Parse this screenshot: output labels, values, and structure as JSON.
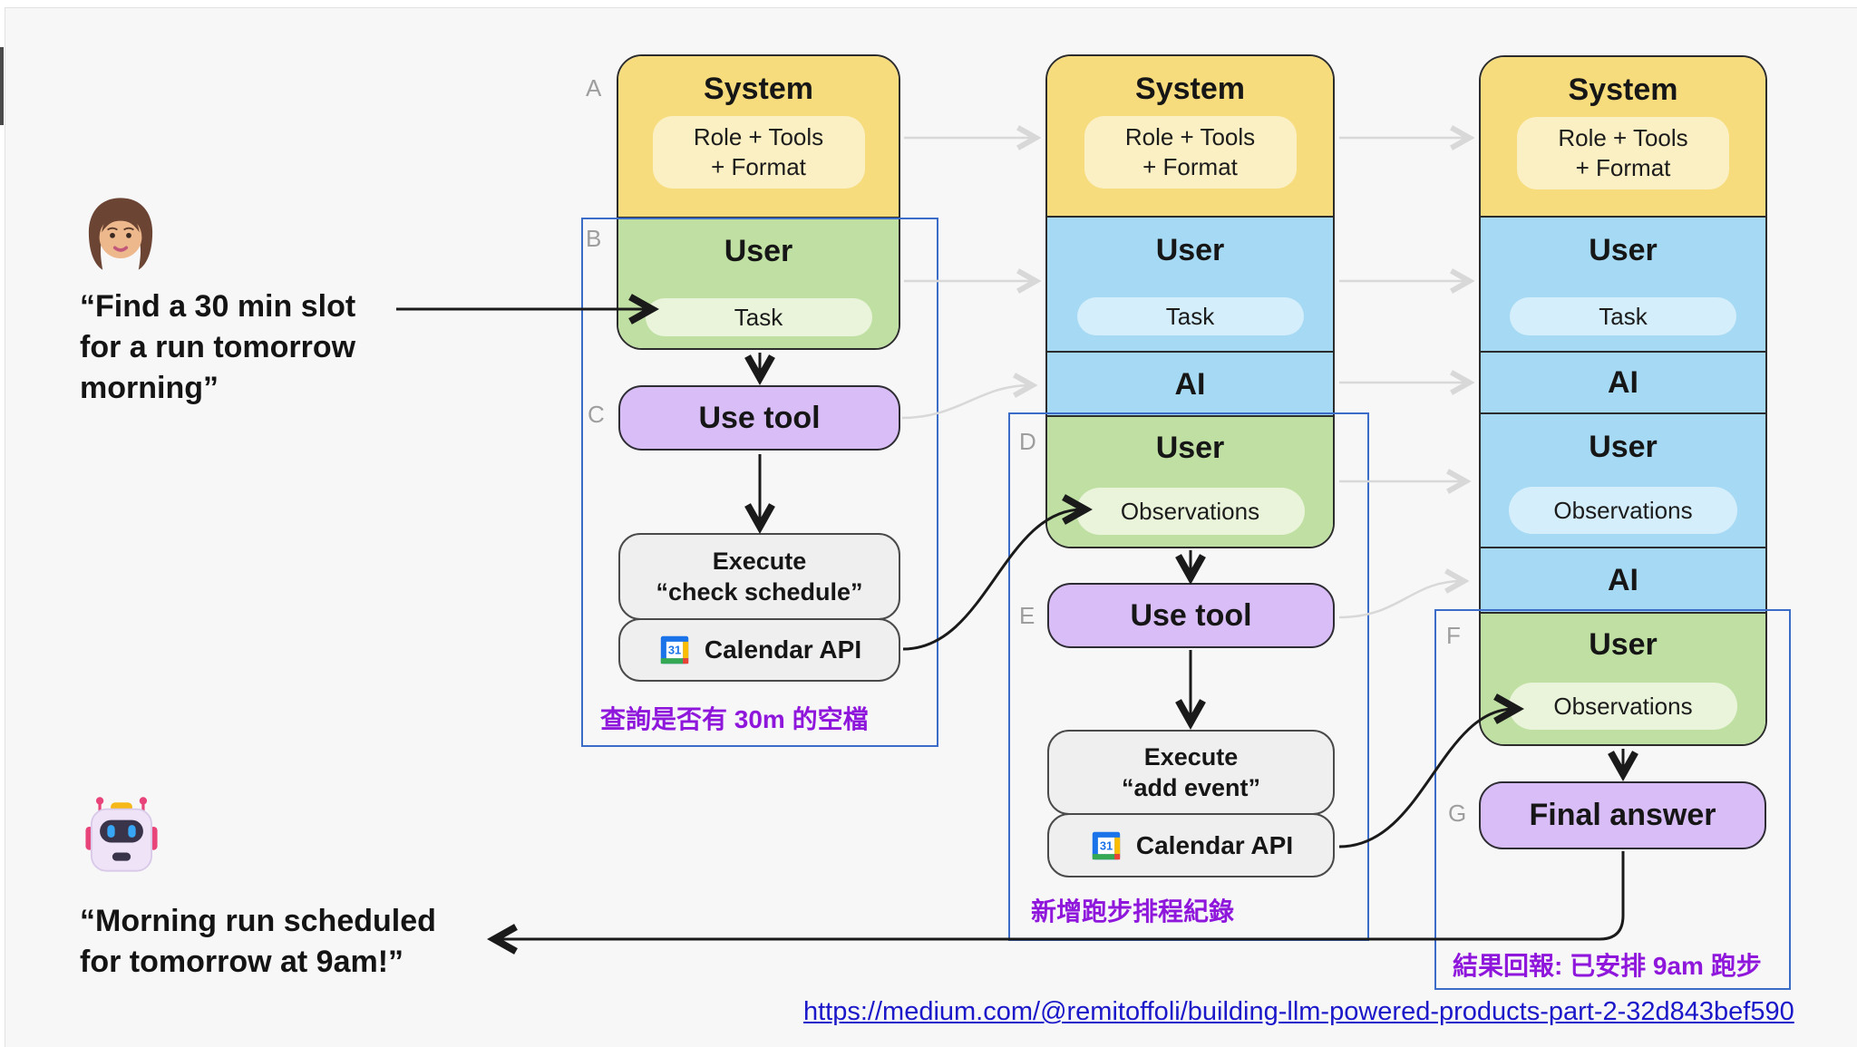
{
  "labels": {
    "a": "A",
    "b": "B",
    "c": "C",
    "d": "D",
    "e": "E",
    "f": "F",
    "g": "G"
  },
  "quotes": {
    "user_line1": "“Find a 30 min slot",
    "user_line2": "for a run tomorrow",
    "user_line3": "morning”",
    "robot_line1": "“Morning run scheduled",
    "robot_line2": "for tomorrow at 9am!”"
  },
  "boxes": {
    "system_title": "System",
    "system_sub_line1": "Role + Tools",
    "system_sub_line2": "+ Format",
    "user_title": "User",
    "task_label": "Task",
    "ai_title": "AI",
    "observations_label": "Observations",
    "use_tool_label": "Use tool",
    "final_answer_label": "Final answer",
    "execute1_line1": "Execute",
    "execute1_line2": "“check schedule”",
    "execute2_line1": "Execute",
    "execute2_line2": "“add event”",
    "calendar_api_label": "Calendar API",
    "calendar_icon_day": "31"
  },
  "annotations": {
    "step1": "查詢是否有 30m 的空檔",
    "step2": "新增跑步排程紀錄",
    "step3": "結果回報: 已安排 9am 跑步"
  },
  "link": {
    "url_text": "https://medium.com/@remitoffoli/building-llm-powered-products-part-2-32d843bef590"
  },
  "icons": {
    "woman": "woman-emoji",
    "robot": "robot-emoji",
    "calendar": "google-calendar-icon"
  },
  "colors": {
    "system_yellow": "#f6dc7d",
    "system_inner": "#fbf0c3",
    "history_blue": "#a6d9f3",
    "history_inner": "#d4eefb",
    "user_green": "#c0e0a3",
    "user_inner": "#e9f4da",
    "action_purple": "#d9bdf6",
    "tool_gray": "#efefef",
    "step_rect_blue": "#3a6cc8",
    "annotation_purple": "#8f17db",
    "link_blue": "#1b18c9",
    "arrow_gray": "#d8d8d8",
    "arrow_black": "#1a1a1a"
  }
}
